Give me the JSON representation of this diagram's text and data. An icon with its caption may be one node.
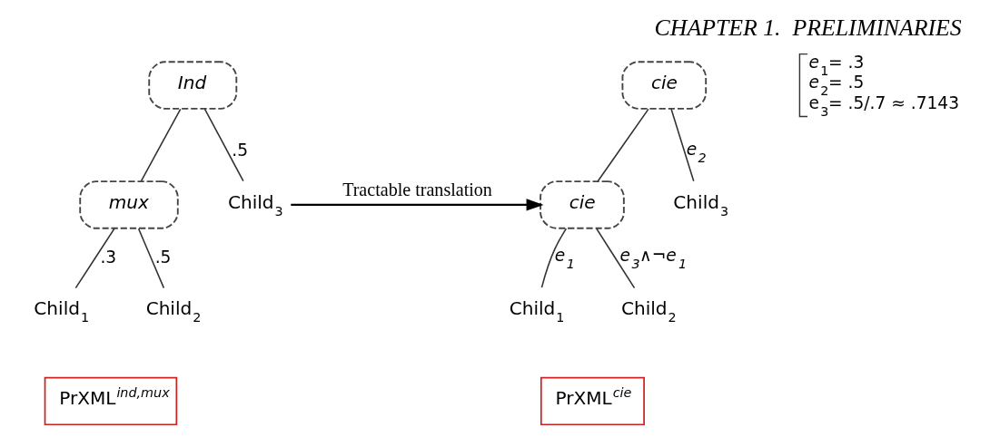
{
  "diagram": {
    "title": "CHAPTER 1.  PRELIMINARIES",
    "nodes": [
      {
        "text": [
          "Ind"
        ]
      },
      {
        "text": [
          "mux"
        ]
      },
      {
        "text": [
          "Child$_{3}$"
        ]
      },
      {
        "text": [
          "Child$_{1}$"
        ]
      },
      {
        "text": [
          "Child$_{2}$"
        ]
      },
      {
        "text": [
          "PrXML$^{ind,mux}$"
        ]
      },
      {
        "text": [
          "cie"
        ]
      },
      {
        "text": [
          "cie"
        ]
      },
      {
        "text": [
          "Child$_{3}$"
        ]
      },
      {
        "text": [
          "Child$_{1}$"
        ]
      },
      {
        "text": [
          "Child$_{2}$"
        ]
      },
      {
        "text": [
          "PrXML$^{cie}$"
        ]
      }
    ],
    "edges": [
      {
        "from": 0,
        "to": 1,
        "arrow": "none"
      },
      {
        "from": 0,
        "to": 2,
        "arrow": "none",
        "label": ".5"
      },
      {
        "from": 1,
        "to": 3,
        "arrow": "none",
        "label": ".3"
      },
      {
        "from": 1,
        "to": 4,
        "arrow": "none",
        "label": ".5"
      },
      {
        "from": 6,
        "to": 7,
        "arrow": "none"
      },
      {
        "from": 6,
        "to": 8,
        "arrow": "none",
        "label": "e$_{2}$"
      },
      {
        "from": 7,
        "to": 9,
        "arrow": "none",
        "label": "e$_{1}$"
      },
      {
        "from": 7,
        "to": 10,
        "arrow": "none",
        "label": "e$_{3}$∧¬e$_{1}$"
      },
      {
        "from": 2,
        "to": 7,
        "arrow": "to",
        "label": "Tractable translation"
      }
    ],
    "labels": [
      "*e*$_{1}$= .3",
      "*e*$_{2}$= .5",
      "e$_{3}$= .5/.7 ≈ .7143"
    ]
  }
}
